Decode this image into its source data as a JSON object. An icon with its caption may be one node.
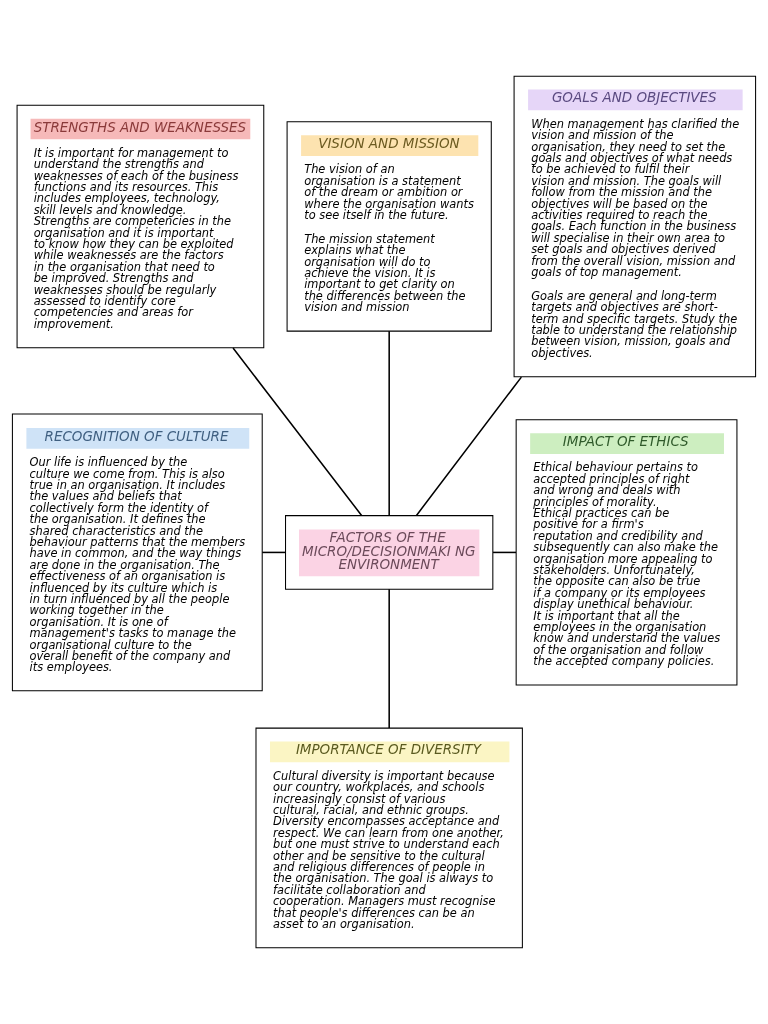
{
  "diagram": {
    "nodes": [
      {
        "text": [
          "FACTORS OF THE MICRO/DECISIONMAKI NG ENVIRONMENT"
        ]
      },
      {
        "text": [
          "STRENGTHS AND WEAKNESSES",
          "It is important for management to understand the strengths and weaknesses of each of the business functions and its resources. This includes employees, technology, skill levels and knowledge. Strengths are competencies in the organisation and it is important to know how they can be exploited while weaknesses are the factors in the organisation that need to be improved. Strengths and weaknesses should be regularly assessed to identify core competencies and areas for improvement."
        ]
      },
      {
        "text": [
          "VISION AND MISSION",
          "The vision of an organisation is a statement of the dream or ambition or where the organisation wants to see itself in the future.",
          "The mission statement explains what the organisation will do to achieve the vision. It is important to get clarity on the differences between the vision and mission"
        ]
      },
      {
        "text": [
          "GOALS AND OBJECTIVES",
          "When management has clarified the vision and mission of the organisation, they need to set the goals and objectives of what needs to be achieved to fulfil their vision and mission. The goals will follow from the mission and the objectives will be based on the activities required to reach the goals. Each function in the business will specialise in their own area to set goals and objectives derived from the overall vision, mission and goals of top management.",
          "Goals are general and long-term targets and objectives are short-term and specific targets. Study the table to understand the relationship between vision, mission, goals and objectives."
        ]
      },
      {
        "text": [
          "RECOGNITION OF CULTURE",
          "Our life is influenced by the culture we come from. This is also true in an organisation. It includes the values and beliefs that collectively form the identity of the organisation. It defines the shared characteristics and the behaviour patterns that the members have in common, and the way things are done in the organisation. The effectiveness of an organisation is influenced by its culture which is in turn influenced by all the people working together in the organisation. It is one of management's tasks to manage the organisational culture to the overall benefit of the company and its employees."
        ]
      },
      {
        "text": [
          "IMPACT OF ETHICS",
          "Ethical behaviour pertains to accepted principles of right and wrong and deals with principles of morality. Ethical practices can be positive for a firm's reputation and credibility and subsequently can also make the organisation more appealing to stakeholders. Unfortunately, the opposite can also be true if a company or its employees display unethical behaviour. It is important that all the employees in the organisation know and understand the values of the organisation and follow the accepted company policies."
        ]
      },
      {
        "text": [
          "IMPORTANCE OF DIVERSITY",
          "Cultural diversity is important because our country, workplaces, and schools increasingly consist of various cultural, racial, and ethnic groups. Diversity encompasses acceptance and respect. We can learn from one another, but one must strive to understand each other and be sensitive to the cultural and religious differences of people in the organisation. The goal is always to facilitate collaboration and cooperation. Managers must recognise that people's differences can be an asset to an organisation."
        ]
      }
    ],
    "edges": [
      {
        "from": 1,
        "to": 0,
        "arrow": "none"
      },
      {
        "from": 2,
        "to": 0,
        "arrow": "none"
      },
      {
        "from": 3,
        "to": 0,
        "arrow": "none"
      },
      {
        "from": 4,
        "to": 0,
        "arrow": "none"
      },
      {
        "from": 0,
        "to": 5,
        "arrow": "none"
      },
      {
        "from": 0,
        "to": 6,
        "arrow": "none"
      }
    ]
  }
}
